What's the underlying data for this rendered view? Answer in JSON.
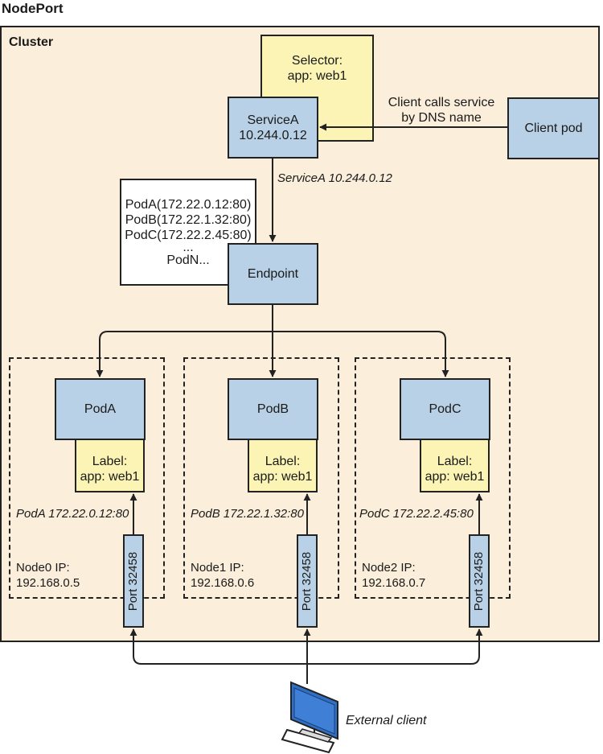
{
  "title": "NodePort",
  "cluster": {
    "label": "Cluster"
  },
  "selector": {
    "line1": "Selector:",
    "line2": "app: web1"
  },
  "service": {
    "line1": "ServiceA",
    "line2": "10.244.0.12"
  },
  "client_pod": {
    "label": "Client pod"
  },
  "client_call": {
    "line1": "Client calls service",
    "line2": "by DNS name"
  },
  "service_route": "ServiceA 10.244.0.12",
  "endpoint": {
    "label": "Endpoint"
  },
  "endpoint_list": [
    "PodA(172.22.0.12:80)",
    "PodB(172.22.1.32:80)",
    "PodC(172.22.2.45:80)",
    "...",
    "PodN..."
  ],
  "nodes": [
    {
      "pod": "PodA",
      "label_line1": "Label:",
      "label_line2": "app: web1",
      "route": "PodA 172.22.0.12:80",
      "ip_line1": "Node0 IP:",
      "ip_line2": "192.168.0.5",
      "port": "Port 32458"
    },
    {
      "pod": "PodB",
      "label_line1": "Label:",
      "label_line2": "app: web1",
      "route": "PodB 172.22.1.32:80",
      "ip_line1": "Node1 IP:",
      "ip_line2": "192.168.0.6",
      "port": "Port 32458"
    },
    {
      "pod": "PodC",
      "label_line1": "Label:",
      "label_line2": "app: web1",
      "route": "PodC 172.22.2.45:80",
      "ip_line1": "Node2 IP:",
      "ip_line2": "192.168.0.7",
      "port": "Port 32458"
    }
  ],
  "external_client": {
    "label": "External client"
  },
  "colors": {
    "cluster_bg": "#fbeedb",
    "blue_box": "#b8d1e6",
    "yellow_box": "#fbf4b4",
    "monitor_screen": "#2f6fc4"
  }
}
